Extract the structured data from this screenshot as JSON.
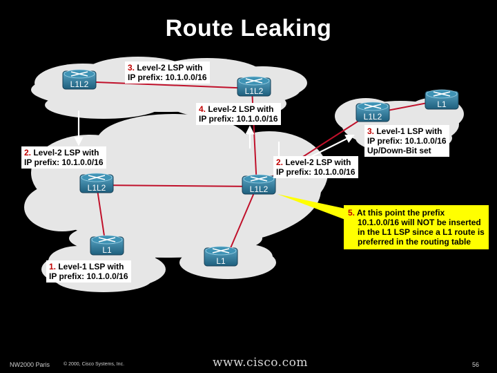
{
  "title": "Route Leaking",
  "routers": [
    {
      "id": "r1",
      "label": "L1L2"
    },
    {
      "id": "r2",
      "label": "L1L2"
    },
    {
      "id": "r3",
      "label": "L1L2"
    },
    {
      "id": "r4",
      "label": "L1"
    },
    {
      "id": "r5",
      "label": "L1L2"
    },
    {
      "id": "r6",
      "label": "L1L2"
    },
    {
      "id": "r7",
      "label": "L1"
    },
    {
      "id": "r8",
      "label": "L1"
    }
  ],
  "callouts": {
    "c3top": {
      "num": "3.",
      "line1": " Level-2 LSP with",
      "line2": "IP prefix: 10.1.0.0/16"
    },
    "c4": {
      "num": "4.",
      "line1": " Level-2 LSP with",
      "line2": "IP prefix: 10.1.0.0/16"
    },
    "c3right": {
      "num": "3.",
      "line1": " Level-1 LSP with",
      "line2": "IP prefix: 10.1.0.0/16",
      "line3": "Up/Down-Bit set"
    },
    "c2left": {
      "num": "2.",
      "line1": " Level-2 LSP with",
      "line2": "IP prefix: 10.1.0.0/16"
    },
    "c2right": {
      "num": "2.",
      "line1": " Level-2 LSP with",
      "line2": "IP prefix: 10.1.0.0/16"
    },
    "c1": {
      "num": "1.",
      "line1": " Level-1 LSP with",
      "line2": "IP prefix: 10.1.0.0/16"
    }
  },
  "note": {
    "num": "5.",
    "line1": " At this point the prefix",
    "line2": "10.1.0.0/16 will NOT be inserted",
    "line3": "in the L1 LSP since a L1 route is",
    "line4": "preferred in the routing table"
  },
  "footer": {
    "left": "NW2000 Paris",
    "copyright": "© 2000, Cisco Systems, Inc.",
    "web": "www.cisco.com",
    "page": "56"
  },
  "colors": {
    "link": "#c0102a",
    "router": "#2f7fa0",
    "cloud": "#e6e6e6",
    "note_bg": "#ffff00"
  }
}
